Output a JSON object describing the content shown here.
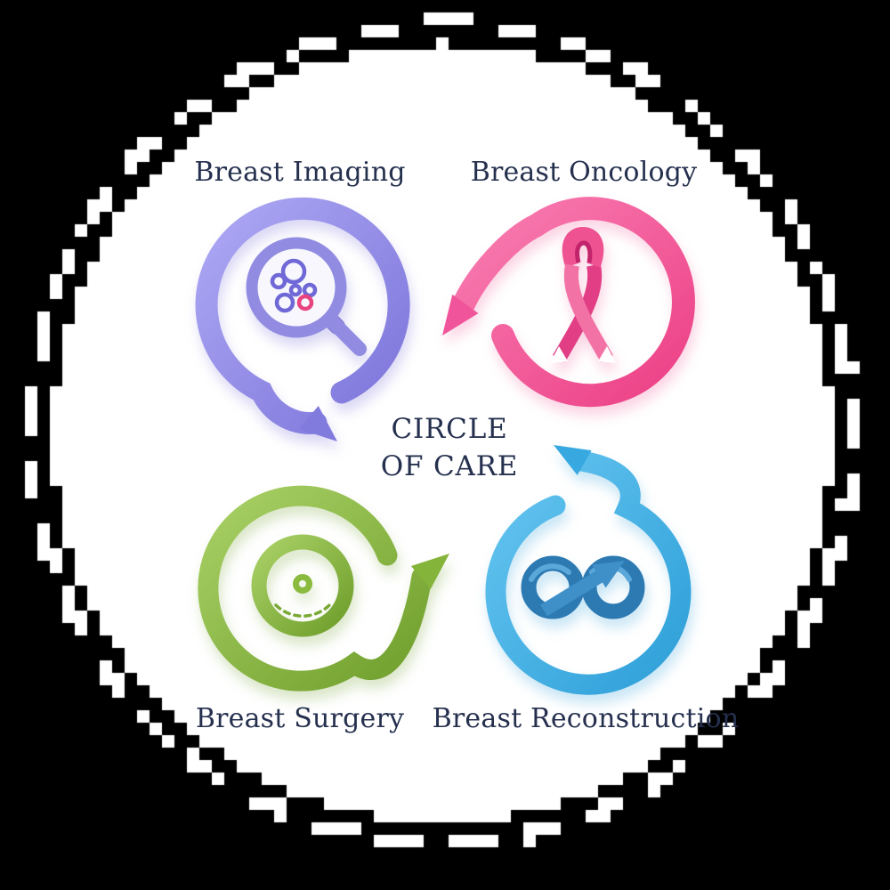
{
  "title": {
    "line1": "CIRCLE",
    "line2": "OF CARE"
  },
  "quadrants": [
    {
      "label": "Breast Imaging",
      "icon": "magnifier-cells-icon",
      "color": "#8f89e6"
    },
    {
      "label": "Breast Oncology",
      "icon": "awareness-ribbon-icon",
      "color": "#f0549b"
    },
    {
      "label": "Breast Surgery",
      "icon": "breast-icon",
      "color": "#8aba3e"
    },
    {
      "label": "Breast Reconstruction",
      "icon": "infinity-arrow-icon",
      "color": "#46b3e6"
    }
  ],
  "colors": {
    "background": "#000000",
    "badge": "#ffffff",
    "text": "#25304e",
    "purple": "#8f89e6",
    "pink": "#f0549b",
    "green": "#8aba3e",
    "blue": "#46b3e6",
    "cell_pink": "#e8447f"
  }
}
